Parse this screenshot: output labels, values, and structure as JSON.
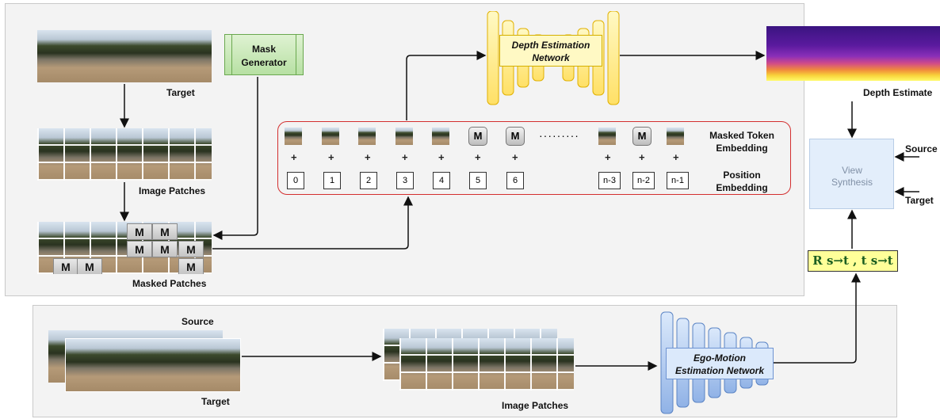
{
  "top_panel": {
    "target_label": "Target",
    "image_patches_label": "Image Patches",
    "masked_patches_label": "Masked Patches",
    "mask_generator_label": "Mask Generator",
    "mask_token": "M",
    "masked_token_embedding_label": "Masked Token Embedding",
    "position_embedding_label": "Position Embedding",
    "plus_symbol": "+",
    "ellipsis": "·········",
    "positions": [
      "0",
      "1",
      "2",
      "3",
      "4",
      "5",
      "6",
      "n-3",
      "n-2",
      "n-1"
    ],
    "depth_network_label": "Depth Estimation Network",
    "depth_estimate_label": "Depth Estimate"
  },
  "right_side": {
    "view_synthesis_label": "View Synthesis",
    "source_label": "Source",
    "target_label": "Target",
    "pose_label": "R s→t ,  t s→t"
  },
  "bottom_panel": {
    "source_label": "Source",
    "target_label": "Target",
    "image_patches_label": "Image Patches",
    "ego_motion_label": "Ego-Motion Estimation Network"
  },
  "colors": {
    "panel_bg": "#f3f3f3",
    "mask_generator": "#b7e0a3",
    "depth_network": "#fff176",
    "ego_motion_network": "#a9c4ee",
    "embedding_border": "#d32f2f",
    "view_synthesis": "#e3eefb",
    "pose_box": "#ffff99"
  }
}
